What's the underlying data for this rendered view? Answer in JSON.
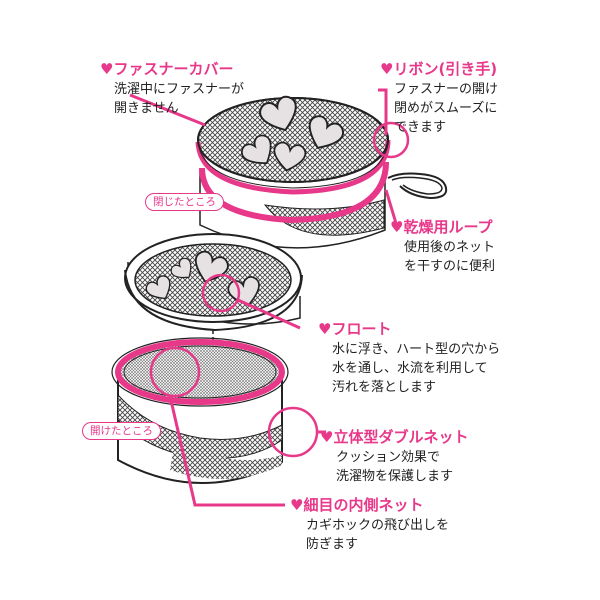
{
  "callouts": {
    "zipper_cover": {
      "heading": "♥ファスナーカバー",
      "desc": [
        "洗濯中にファスナーが",
        "開きません"
      ]
    },
    "ribbon": {
      "heading": "♥リボン(引き手)",
      "desc": [
        "ファスナーの開け",
        "閉めがスムーズに",
        "できます"
      ]
    },
    "drying_loop": {
      "heading": "♥乾燥用ループ",
      "desc": [
        "使用後のネット",
        "を干すのに便利"
      ]
    },
    "float": {
      "heading": "♥フロート",
      "desc": [
        "水に浮き、ハート型の穴から",
        "水を通し、水流を利用して",
        "汚れを落とします"
      ]
    },
    "double_net": {
      "heading": "♥立体型ダブルネット",
      "desc": [
        "クッション効果で",
        "洗濯物を保護します"
      ]
    },
    "fine_inner_net": {
      "heading": "♥細目の内側ネット",
      "desc": [
        "カギホックの飛び出しを",
        "防ぎます"
      ]
    }
  },
  "labels": {
    "closed": "閉じたところ",
    "open": "開けたところ"
  },
  "colors": {
    "accent": "#e8388a",
    "outline": "#222222",
    "mesh": "#555555"
  }
}
